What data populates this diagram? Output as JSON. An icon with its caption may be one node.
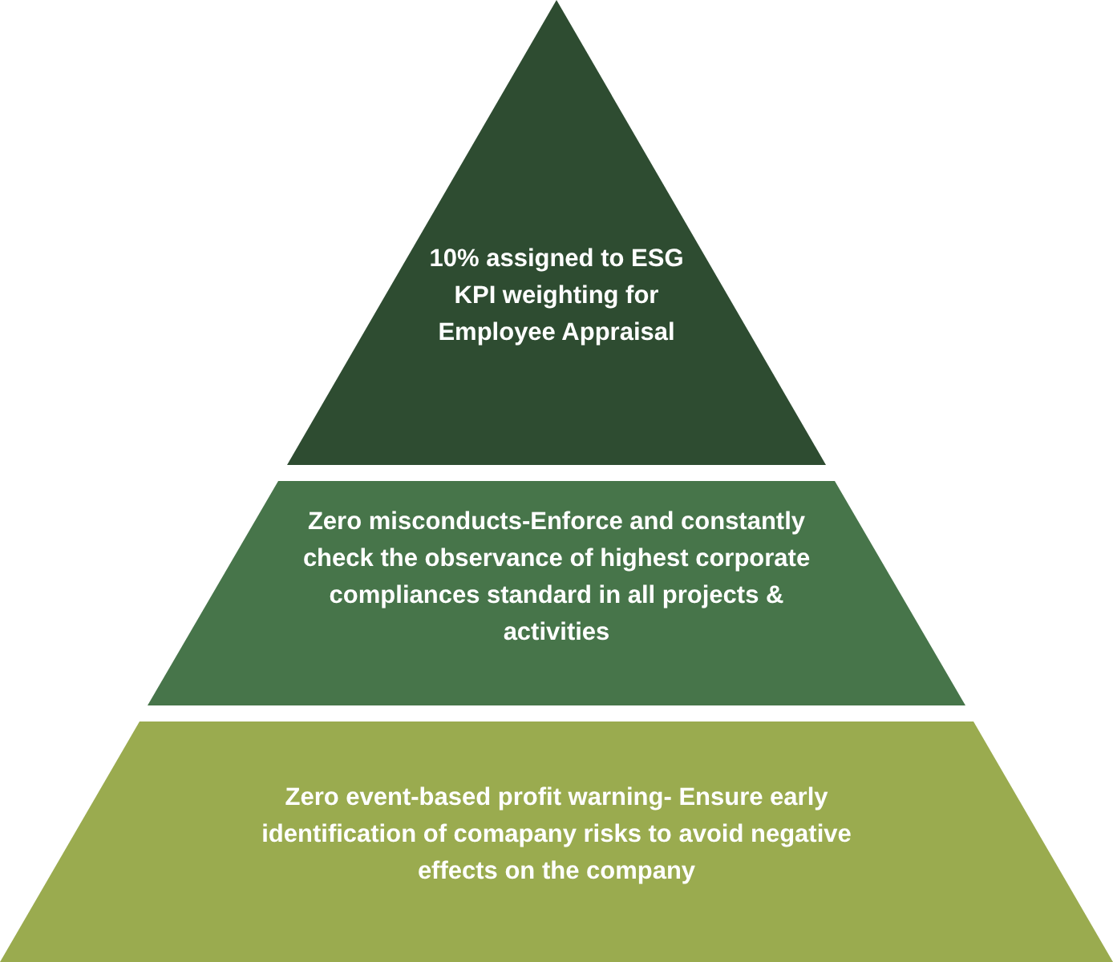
{
  "diagram": {
    "nodes": [
      {
        "text": [
          "10% assigned to ESG KPI weighting for Employee Appraisal"
        ]
      },
      {
        "text": [
          "Zero misconducts-Enforce and constantly check the observance of highest corporate compliances standard in all projects & activities"
        ]
      },
      {
        "text": [
          "Zero event-based profit warning- Ensure early identification of comapany risks to avoid negative effects on the company"
        ]
      }
    ]
  }
}
